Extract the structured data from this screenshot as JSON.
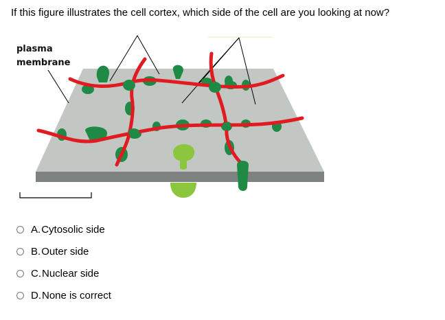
{
  "question": {
    "text": "If this figure illustrates the cell cortex, which side of the cell are you looking at now?"
  },
  "figure": {
    "label_line1": "plasma",
    "label_line2": "membrane",
    "colors": {
      "membrane_top": "#c3c7c4",
      "membrane_front": "#7e8381",
      "filament": "#e01c22",
      "protein_dark": "#1e8a46",
      "protein_light": "#8cc63e"
    }
  },
  "options": [
    {
      "letter": "A.",
      "text": "Cytosolic side"
    },
    {
      "letter": "B.",
      "text": "Outer side"
    },
    {
      "letter": "C.",
      "text": "Nuclear side"
    },
    {
      "letter": "D.",
      "text": "None is correct"
    }
  ]
}
